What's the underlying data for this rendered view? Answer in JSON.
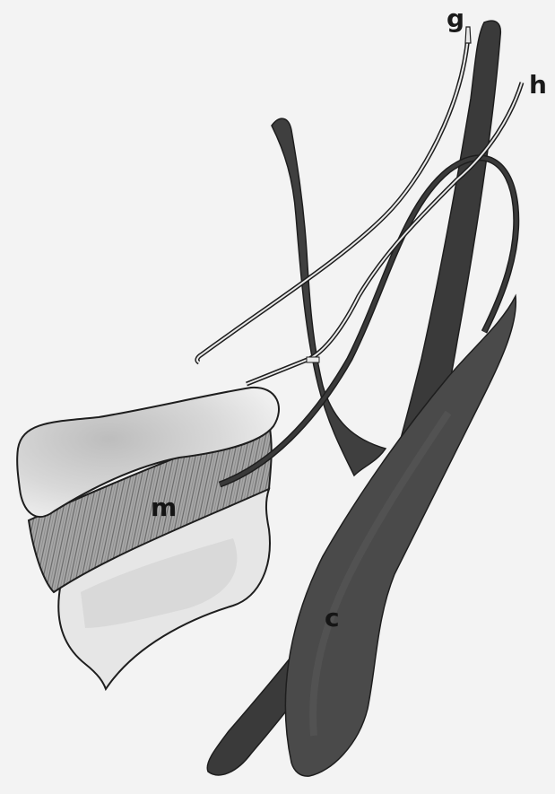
{
  "labels": {
    "g": "g",
    "h": "h",
    "m": "m",
    "c": "c"
  },
  "colors": {
    "background": "#f3f3f3",
    "vessel_dark": "#3a3a3a",
    "vessel_mid": "#4a4a4a",
    "bone_fill": "#efefef",
    "bone_shade": "#c9c9c9",
    "muscle_fill": "#9a9a9a",
    "outline": "#1e1e1e"
  }
}
